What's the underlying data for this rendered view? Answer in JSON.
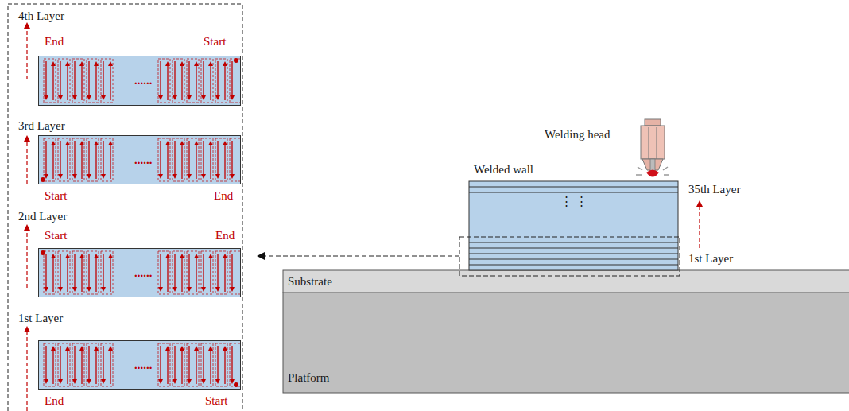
{
  "diagram": {
    "nodes": [
      {
        "text": [
          "4th Layer",
          "End",
          "Start",
          "......"
        ]
      },
      {
        "text": [
          "3rd Layer",
          "Start",
          "End",
          "......"
        ]
      },
      {
        "text": [
          "2nd Layer",
          "Start",
          "End",
          "......"
        ]
      },
      {
        "text": [
          "1st Layer",
          "End",
          "Start",
          "......"
        ]
      },
      {
        "text": [
          "Welded wall",
          "⋮ ⋮"
        ]
      },
      {
        "text": [
          "Substrate"
        ]
      },
      {
        "text": [
          "Platform"
        ]
      }
    ],
    "edges": [],
    "labels": [
      "Welding head",
      "35th Layer",
      "1st Layer"
    ]
  }
}
